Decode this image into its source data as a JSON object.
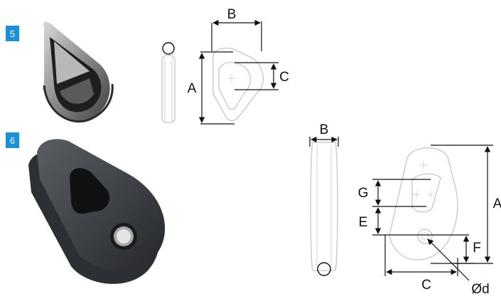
{
  "badges": {
    "five": "5",
    "six": "6"
  },
  "labels": {
    "a_top": "A",
    "b_top": "B",
    "c_top": "C",
    "a": "A",
    "b": "B",
    "c": "C",
    "e": "E",
    "f": "F",
    "g": "G",
    "od": "Ød"
  },
  "colors": {
    "badge": "#1f8fd4",
    "ghost_line": "#cfcfcf",
    "dimension_line": "#111111",
    "metal": "#8d8d8d",
    "rubber": "#3a3d41"
  }
}
